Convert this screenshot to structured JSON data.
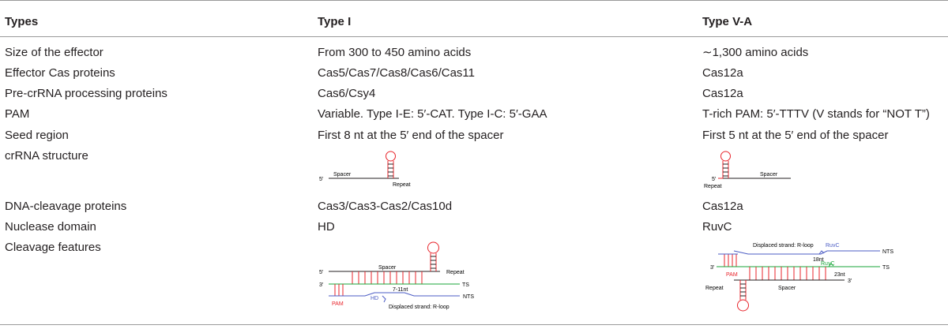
{
  "table": {
    "headers": [
      "Types",
      "Type I",
      "Type V-A"
    ],
    "rows": [
      {
        "label": "Size of the effector",
        "type_i": "From 300 to 450 amino acids",
        "type_va": "∼1,300 amino acids"
      },
      {
        "label": "Effector Cas proteins",
        "type_i": "Cas5/Cas7/Cas8/Cas6/Cas11",
        "type_va": "Cas12a"
      },
      {
        "label": "Pre-crRNA processing proteins",
        "type_i": "Cas6/Csy4",
        "type_va": "Cas12a"
      },
      {
        "label": "PAM",
        "type_i": "Variable. Type I-E: 5′-CAT. Type I-C: 5′-GAA",
        "type_va": "T-rich PAM: 5′-TTTV (V stands for “NOT T”)"
      },
      {
        "label": "Seed region",
        "type_i": "First 8 nt at the 5′ end of the spacer",
        "type_va": "First 5 nt at the 5′ end of the spacer"
      },
      {
        "label": "crRNA structure",
        "type_i": "",
        "type_va": ""
      },
      {
        "label": "DNA-cleavage proteins",
        "type_i": "Cas3/Cas3-Cas2/Cas10d",
        "type_va": "Cas12a"
      },
      {
        "label": "Nuclease domain",
        "type_i": "HD",
        "type_va": "RuvC"
      },
      {
        "label": "Cleavage features",
        "type_i": "",
        "type_va": ""
      }
    ]
  },
  "diagrams": {
    "crrna_type_i": {
      "five_prime": "5′",
      "spacer": "Spacer",
      "repeat": "Repeat"
    },
    "crrna_type_va": {
      "five_prime": "5′",
      "spacer": "Spacer",
      "repeat": "Repeat"
    },
    "cleavage_type_i": {
      "five_prime": "5′",
      "three_prime": "3′",
      "spacer": "Spacer",
      "repeat": "Repeat",
      "ts": "TS",
      "nts": "NTS",
      "pam": "PAM",
      "hd": "HD",
      "cut_length": "7-11nt",
      "displaced": "Displaced strand: R-loop"
    },
    "cleavage_type_va": {
      "displaced": "Displaced strand: R-loop",
      "ruvc_top": "RuvC",
      "nts": "NTS",
      "nt18": "18nt",
      "three_prime_left": "3′",
      "ruvc_mid": "RuvC",
      "ts": "TS",
      "pam": "PAM",
      "nt23": "23nt",
      "repeat": "Repeat",
      "spacer": "Spacer",
      "three_prime_right": "3′"
    },
    "colors": {
      "black": "#231f20",
      "red": "#e8242b",
      "blue": "#4b5cc4",
      "green": "#1aa63a",
      "purple": "#7a5bd0"
    }
  }
}
